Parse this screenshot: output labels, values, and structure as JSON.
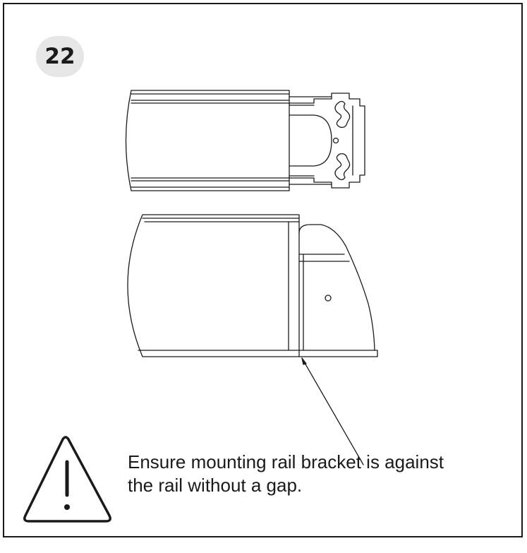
{
  "step": {
    "number": "22"
  },
  "note": {
    "line1": "Ensure mounting rail bracket is against",
    "line2": "the rail without a gap."
  },
  "icons": {
    "warning": "warning-triangle-icon"
  },
  "colors": {
    "line": "#1a1a1a",
    "badge": "#e6e6e6",
    "background": "#ffffff"
  }
}
